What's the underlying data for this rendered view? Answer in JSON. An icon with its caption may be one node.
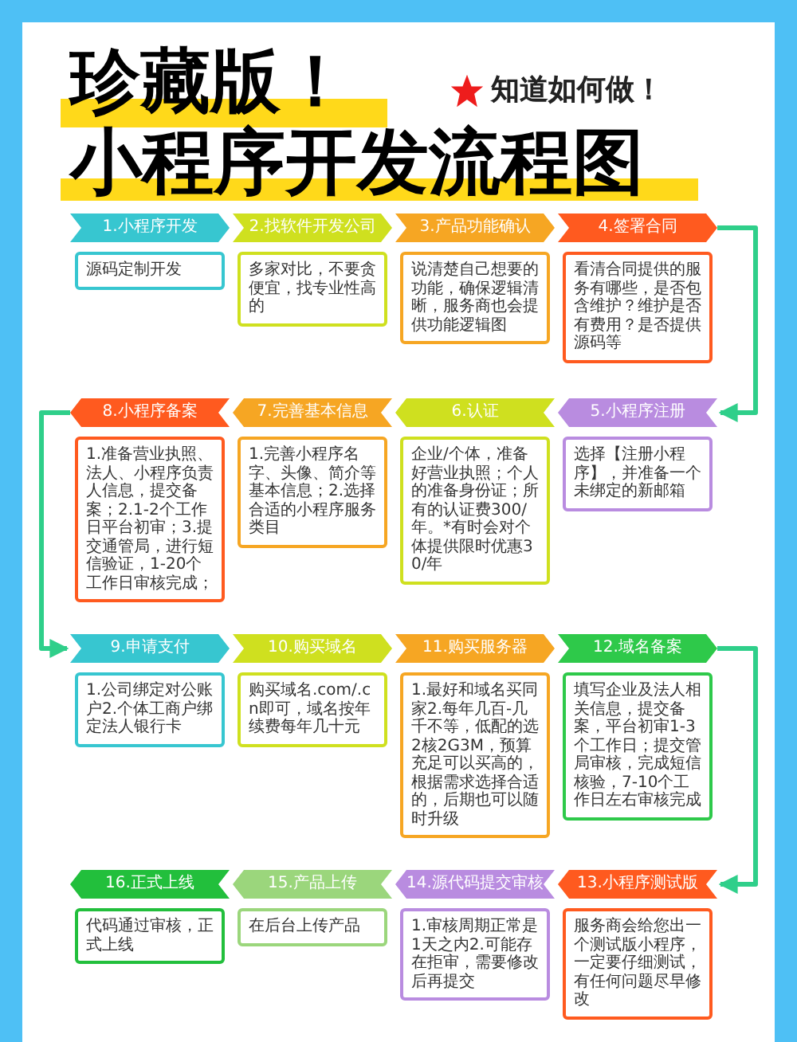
{
  "diagram": {
    "title": "小程序开发流程图",
    "nodes": [
      {
        "text": [
          "1.小程序开发"
        ]
      },
      {
        "text": [
          "2.找软件开发公司"
        ]
      },
      {
        "text": [
          "3.产品功能确认"
        ]
      },
      {
        "text": [
          "4.签署合同"
        ]
      },
      {
        "text": [
          "5.小程序注册"
        ]
      },
      {
        "text": [
          "6.认证"
        ]
      },
      {
        "text": [
          "7.完善基本信息"
        ]
      },
      {
        "text": [
          "8.小程序备案"
        ]
      },
      {
        "text": [
          "9.申请支付"
        ]
      },
      {
        "text": [
          "10.购买域名"
        ]
      },
      {
        "text": [
          "11.购买服务器"
        ]
      },
      {
        "text": [
          "12.域名备案"
        ]
      },
      {
        "text": [
          "13.小程序测试版"
        ]
      },
      {
        "text": [
          "14.源代码提交审核"
        ]
      },
      {
        "text": [
          "15.产品上传"
        ]
      },
      {
        "text": [
          "16.正式上线"
        ]
      },
      {
        "text": [
          "源码定制开发"
        ]
      },
      {
        "text": [
          "多家对比，不要贪便宜，找专业性高的"
        ]
      },
      {
        "text": [
          "说清楚自己想要的功能，确保逻辑清晰，服务商也会提供功能逻辑图"
        ]
      },
      {
        "text": [
          "看清合同提供的服务有哪些，是否包含维护？维护是否有费用？是否提供源码等"
        ]
      },
      {
        "text": [
          "选择【注册小程序】，并准备一个未绑定的新邮箱"
        ]
      },
      {
        "text": [
          "企业/个体，准备好营业执照；个人的准备身份证；所有的认证费300/年。*有时会对个体提供限时优惠30/年"
        ]
      },
      {
        "text": [
          "1.完善小程序名字、头像、简介等基本信息；2.选择合适的小程序服务类目"
        ]
      },
      {
        "text": [
          "1.准备营业执照、法人、小程序负责人信息，提交备案；2.1-2个工作日平台初审；3.提交通管局，进行短信验证，1-20个工作日审核完成；"
        ]
      },
      {
        "text": [
          "1.公司绑定对公账户2.个体工商户绑定法人银行卡"
        ]
      },
      {
        "text": [
          "购买域名.com/.cn即可，域名按年续费每年几十元"
        ]
      },
      {
        "text": [
          "1.最好和域名买同家2.每年几百-几千不等，低配的选2核2G3M，预算充足可以买高的，根据需求选择合适的，后期也可以随时升级"
        ]
      },
      {
        "text": [
          "填写企业及法人相关信息，提交备案，平台初审1-3个工作日；提交管局审核，完成短信核验，7-10个工作日左右审核完成"
        ]
      },
      {
        "text": [
          "服务商会给您出一个测试版小程序，一定要仔细测试，有任何问题尽早修改"
        ]
      },
      {
        "text": [
          "1.审核周期正常是1天之内2.可能存在拒审，需要修改后再提交"
        ]
      },
      {
        "text": [
          "在后台上传产品"
        ]
      },
      {
        "text": [
          "代码通过审核，正式上线"
        ]
      }
    ],
    "edges": [
      {
        "from": 3,
        "to": 4,
        "arrow": "to"
      },
      {
        "from": 7,
        "to": 8,
        "arrow": "to"
      },
      {
        "from": 11,
        "to": 12,
        "arrow": "to"
      }
    ],
    "labels": [
      "珍藏版！",
      "知道如何做！"
    ]
  }
}
